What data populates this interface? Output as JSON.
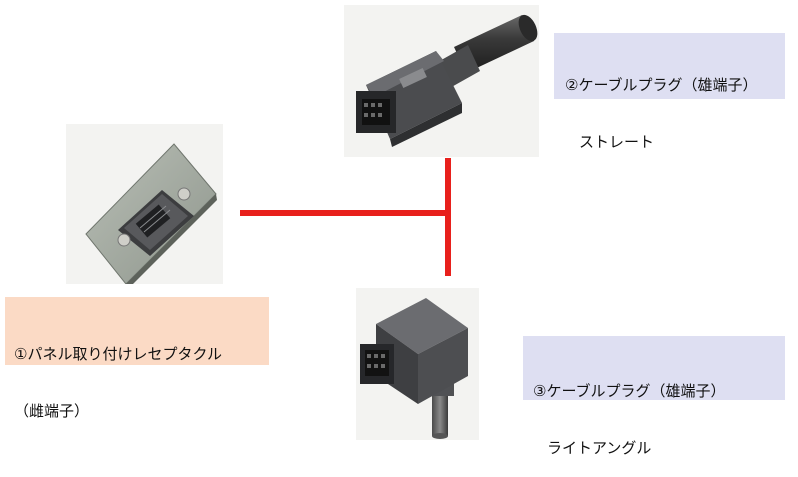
{
  "diagram": {
    "connector_color": "#e8201c",
    "items": [
      {
        "id": "receptacle",
        "line1": "①パネル取り付けレセプタクル",
        "line2": "（雌端子）",
        "box_color": "#fbdac5",
        "picture": "panel-mount-receptacle"
      },
      {
        "id": "straight-plug",
        "line1": "②ケーブルプラグ（雄端子）",
        "line2": "ストレート",
        "box_color": "#dedff2",
        "picture": "straight-cable-plug"
      },
      {
        "id": "angle-plug",
        "line1": "③ケーブルプラグ（雄端子）",
        "line2": "ライトアングル",
        "box_color": "#dedff2",
        "picture": "right-angle-cable-plug"
      }
    ]
  }
}
